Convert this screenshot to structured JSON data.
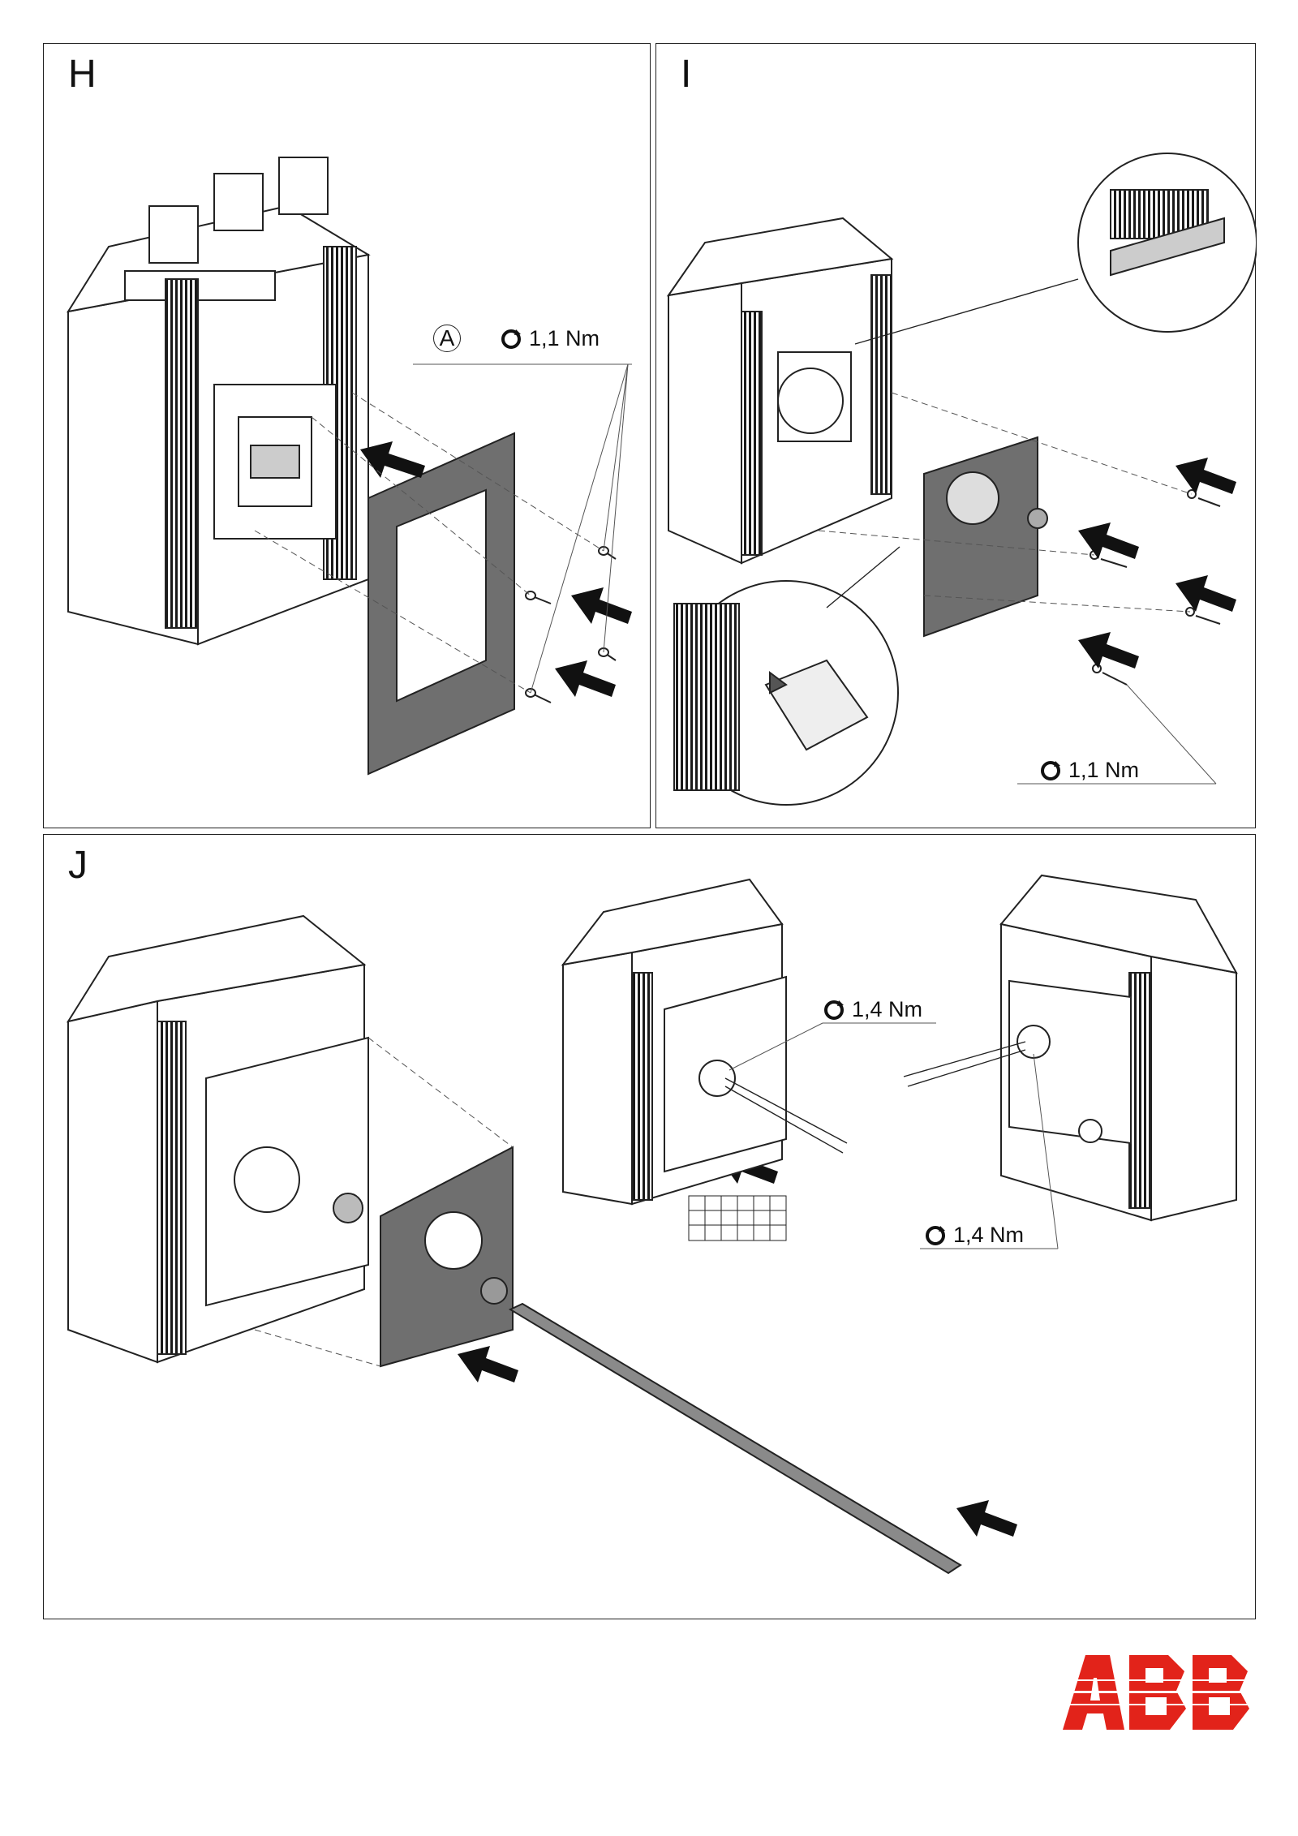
{
  "panels": {
    "h": {
      "step": "H",
      "reference": "A",
      "torque": "1,1 Nm"
    },
    "i": {
      "step": "I",
      "torque": "1,1 Nm"
    },
    "j": {
      "step": "J",
      "torque_front": "1,4 Nm",
      "torque_rear": "1,4 Nm"
    }
  },
  "logo": {
    "text": "ABB",
    "color": "#e2231a"
  },
  "colors": {
    "line": "#222222",
    "part_fill": "#6f6f6f",
    "hatch": "#1a1a1a"
  },
  "icons": [
    "torque-icon",
    "arrow-icon",
    "screw-icon",
    "magnifier-circle"
  ]
}
